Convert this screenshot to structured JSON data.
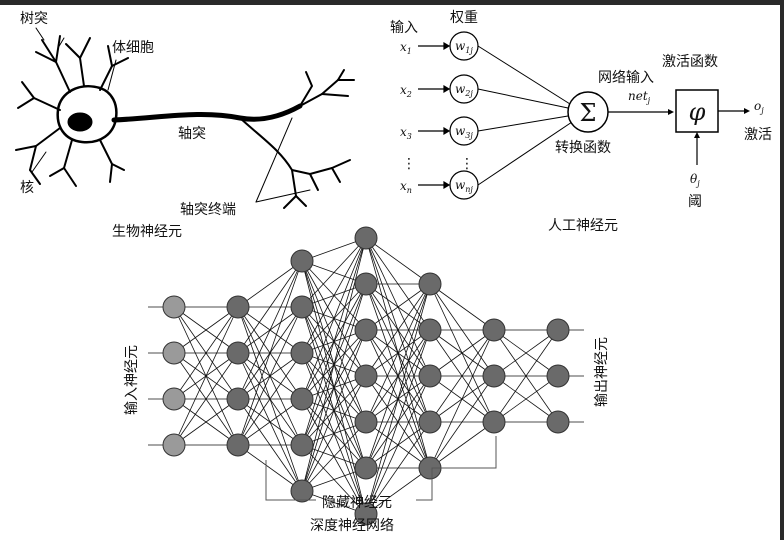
{
  "bio": {
    "dendrite": "树突",
    "cell_body": "体细胞",
    "axon": "轴突",
    "nucleus": "核",
    "axon_terminal": "轴突终端",
    "caption": "生物神经元"
  },
  "artificial": {
    "input_label": "输入",
    "weight_label": "权重",
    "inputs": [
      {
        "name": "x",
        "sub": "1"
      },
      {
        "name": "x",
        "sub": "2"
      },
      {
        "name": "x",
        "sub": "3"
      },
      {
        "name": "x",
        "sub": "n"
      }
    ],
    "weights": [
      {
        "name": "w",
        "sub": "1j"
      },
      {
        "name": "w",
        "sub": "2j"
      },
      {
        "name": "w",
        "sub": "3j"
      },
      {
        "name": "w",
        "sub": "nj"
      }
    ],
    "ellipsis": "⋮",
    "sum_symbol": "Σ",
    "transfer_label": "转换函数",
    "net_input_label": "网络输入",
    "net": {
      "name": "net",
      "sub": "j"
    },
    "activation_fn_label": "激活函数",
    "phi_symbol": "φ",
    "output": {
      "name": "o",
      "sub": "j"
    },
    "activation_label": "激活",
    "theta": {
      "name": "θ",
      "sub": "j"
    },
    "threshold_label": "阈",
    "caption": "人工神经元"
  },
  "deep": {
    "input_label": "输入神经元",
    "output_label": "输出神经元",
    "hidden_label": "隐藏神经元",
    "caption": "深度神经网络",
    "layer_sizes": [
      4,
      4,
      6,
      7,
      5,
      3,
      3
    ]
  },
  "colors": {
    "input_node": "#9a9a9a",
    "hidden_node": "#6a6a6a",
    "line": "#111111",
    "frame": "#2a2a2a"
  }
}
